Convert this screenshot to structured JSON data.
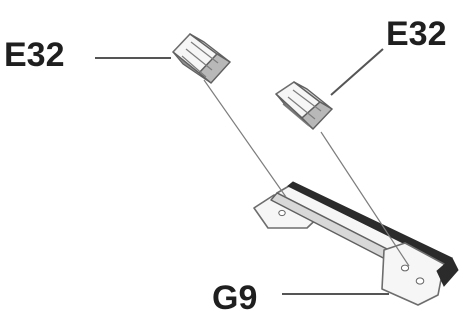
{
  "callouts": {
    "left_e32": "E32",
    "right_e32": "E32",
    "g9": "G9"
  }
}
